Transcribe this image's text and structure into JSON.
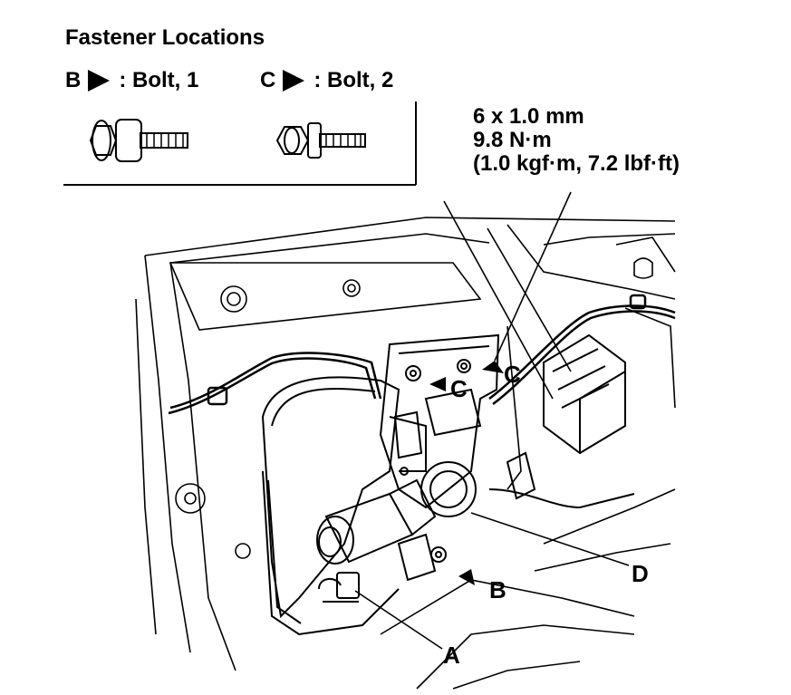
{
  "title": "Fastener Locations",
  "legend": [
    {
      "letter": "B",
      "text": ": Bolt, 1"
    },
    {
      "letter": "C",
      "text": ": Bolt, 2"
    }
  ],
  "torque_spec": {
    "line1": "6 x 1.0 mm",
    "line2": "9.8 N·m",
    "line3": "(1.0 kgf·m, 7.2 lbf·ft)"
  },
  "callouts": {
    "a": "A",
    "b": "B",
    "c1": "C",
    "c2": "C",
    "d": "D"
  }
}
